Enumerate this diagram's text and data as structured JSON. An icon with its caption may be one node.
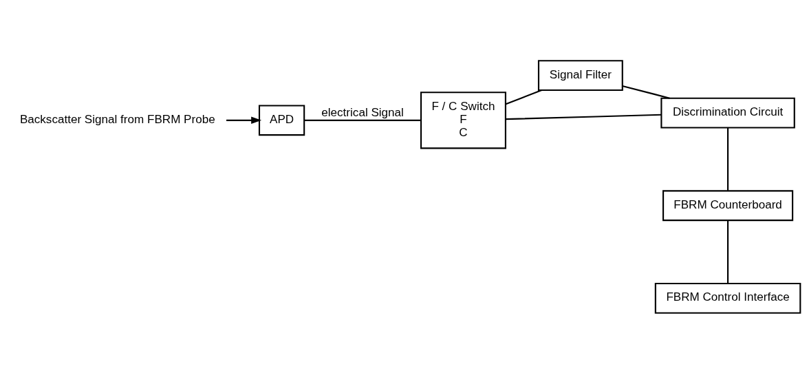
{
  "diagram": {
    "nodes": [
      {
        "text": [
          "Backscatter Signal from FBRM Probe"
        ]
      },
      {
        "text": [
          "APD"
        ]
      },
      {
        "text": [
          "F / C Switch",
          "F",
          "C"
        ]
      },
      {
        "text": [
          "Signal Filter"
        ]
      },
      {
        "text": [
          "Discrimination Circuit"
        ]
      },
      {
        "text": [
          "FBRM Counterboard"
        ]
      },
      {
        "text": [
          "FBRM Control Interface"
        ]
      }
    ],
    "edges": [
      {
        "from": 0,
        "to": 1,
        "arrow": "to"
      },
      {
        "from": 1,
        "to": 2,
        "arrow": "none",
        "label": "electrical Signal"
      },
      {
        "from": 2,
        "to": 3,
        "arrow": "none"
      },
      {
        "from": 2,
        "to": 4,
        "arrow": "none"
      },
      {
        "from": 3,
        "to": 4,
        "arrow": "none"
      },
      {
        "from": 4,
        "to": 5,
        "arrow": "none"
      },
      {
        "from": 5,
        "to": 6,
        "arrow": "none"
      }
    ]
  }
}
